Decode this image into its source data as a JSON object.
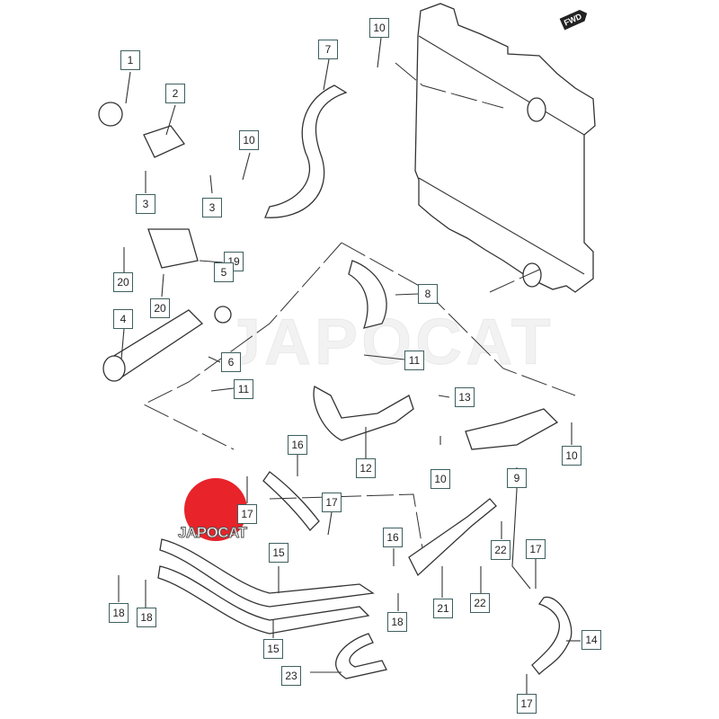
{
  "diagram": {
    "direction_badge": "FWD",
    "watermark": "JAPOCAT",
    "logo_text": "JAPOCAT",
    "colors": {
      "logo": "#e8232a",
      "callout_border": "#3f5f5f",
      "line": "#333333"
    },
    "callouts": [
      {
        "id": "c1",
        "label": "1"
      },
      {
        "id": "c2",
        "label": "2"
      },
      {
        "id": "c3a",
        "label": "3"
      },
      {
        "id": "c3b",
        "label": "3"
      },
      {
        "id": "c10a",
        "label": "10"
      },
      {
        "id": "c7",
        "label": "7"
      },
      {
        "id": "c10b",
        "label": "10"
      },
      {
        "id": "c20a",
        "label": "20"
      },
      {
        "id": "c20b",
        "label": "20"
      },
      {
        "id": "c19",
        "label": "19"
      },
      {
        "id": "c5",
        "label": "5"
      },
      {
        "id": "c4",
        "label": "4"
      },
      {
        "id": "c6",
        "label": "6"
      },
      {
        "id": "c11a",
        "label": "11"
      },
      {
        "id": "c8",
        "label": "8"
      },
      {
        "id": "c11b",
        "label": "11"
      },
      {
        "id": "c13",
        "label": "13"
      },
      {
        "id": "c12",
        "label": "12"
      },
      {
        "id": "c10c",
        "label": "10"
      },
      {
        "id": "c9",
        "label": "9"
      },
      {
        "id": "c10d",
        "label": "10"
      },
      {
        "id": "c16a",
        "label": "16"
      },
      {
        "id": "c17a",
        "label": "17"
      },
      {
        "id": "c17b",
        "label": "17"
      },
      {
        "id": "c15a",
        "label": "15"
      },
      {
        "id": "c15b",
        "label": "15"
      },
      {
        "id": "c18a",
        "label": "18"
      },
      {
        "id": "c18b",
        "label": "18"
      },
      {
        "id": "c23",
        "label": "23"
      },
      {
        "id": "c16b",
        "label": "16"
      },
      {
        "id": "c18c",
        "label": "18"
      },
      {
        "id": "c21",
        "label": "21"
      },
      {
        "id": "c22a",
        "label": "22"
      },
      {
        "id": "c22b",
        "label": "22"
      },
      {
        "id": "c17c",
        "label": "17"
      },
      {
        "id": "c14",
        "label": "14"
      },
      {
        "id": "c17d",
        "label": "17"
      }
    ]
  }
}
